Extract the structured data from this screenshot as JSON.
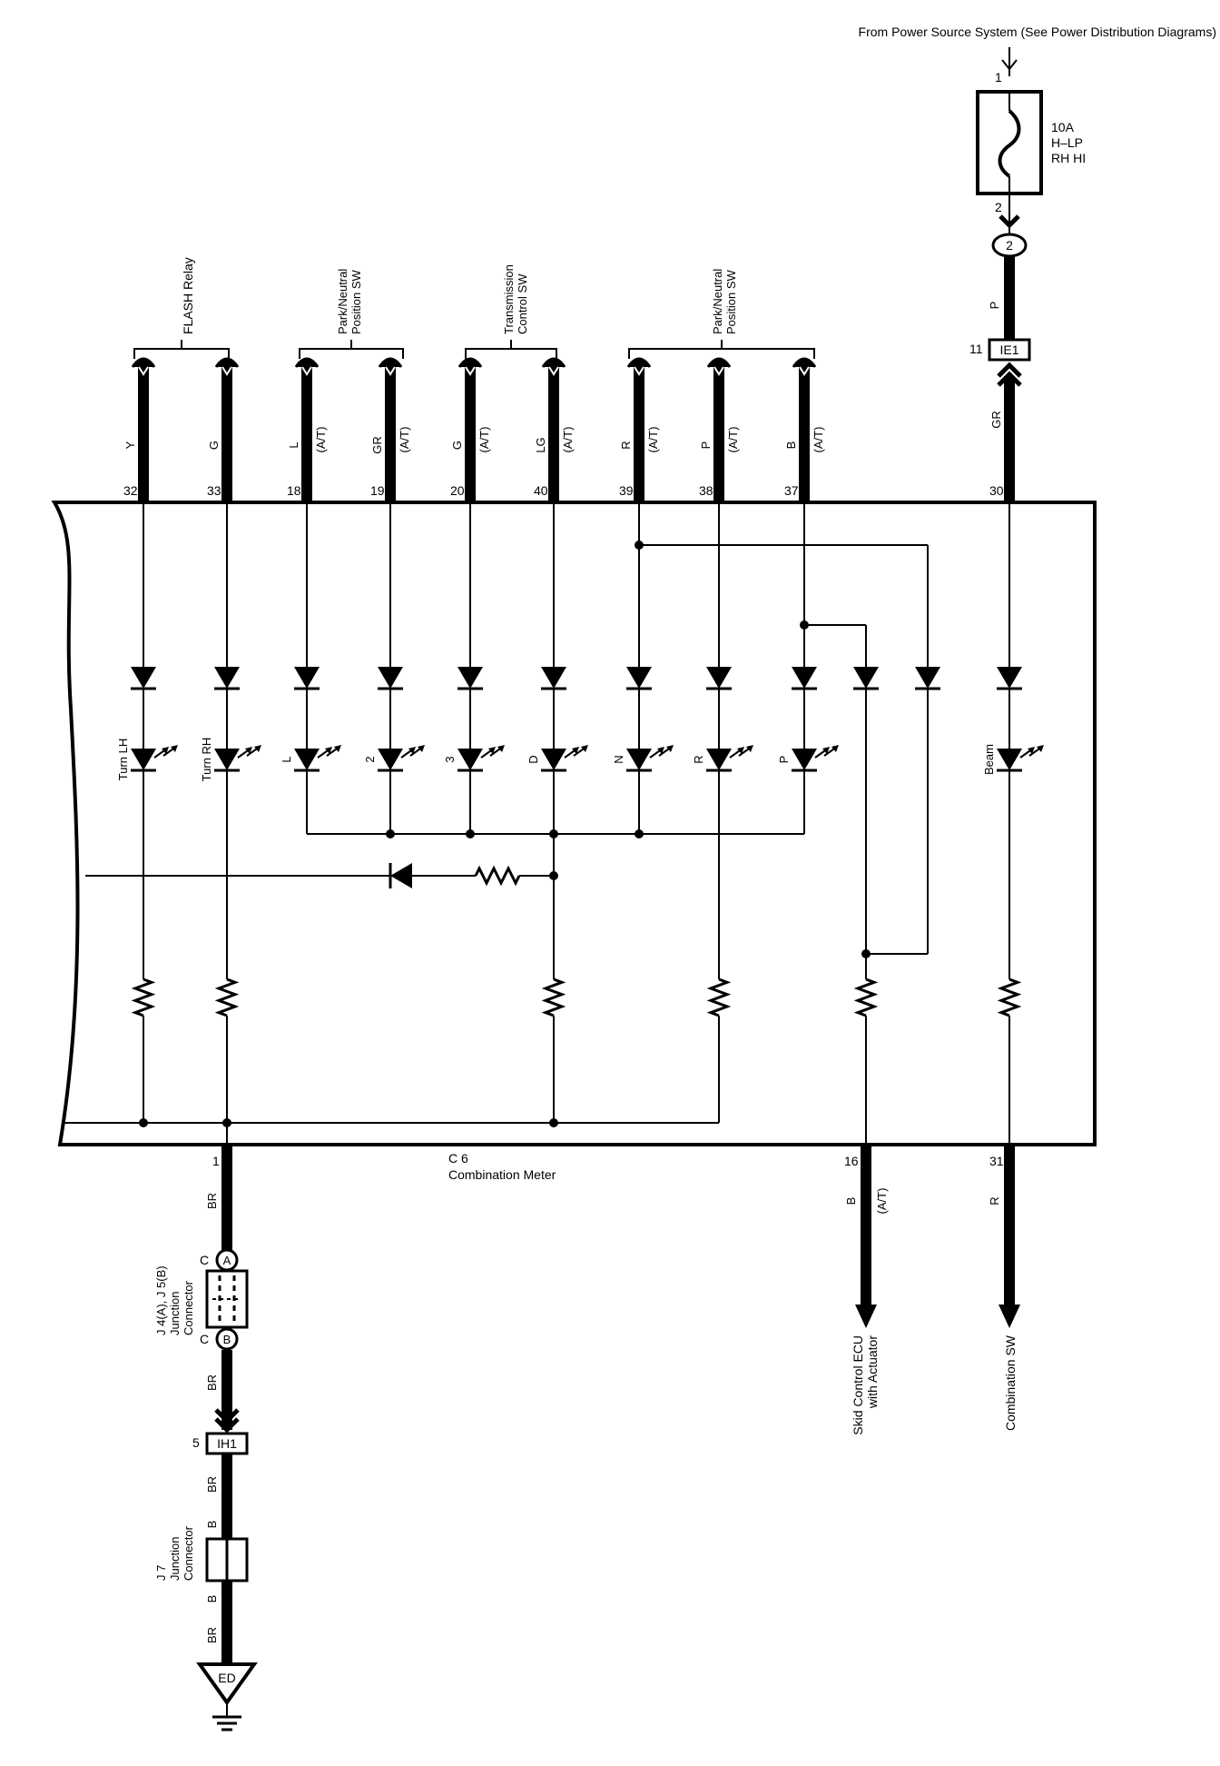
{
  "header": {
    "power_source": "From Power Source System (See Power Distribution Diagrams)"
  },
  "fuse": {
    "pin_in": "1",
    "pin_out": "2",
    "rating": "10A",
    "name1": "H–LP",
    "name2": "RH HI"
  },
  "junction_2": {
    "label": "2"
  },
  "ie1": {
    "pin": "11",
    "label": "IE1"
  },
  "groups": [
    {
      "line1": "FLASH Relay",
      "line2": ""
    },
    {
      "line1": "Park/Neutral",
      "line2": "Position SW"
    },
    {
      "line1": "Transmission",
      "line2": "Control SW"
    },
    {
      "line1": "Park/Neutral",
      "line2": "Position SW"
    }
  ],
  "wires": [
    {
      "color": "Y",
      "note": "",
      "pin": "32"
    },
    {
      "color": "G",
      "note": "",
      "pin": "33"
    },
    {
      "color": "L",
      "note": "(A/T)",
      "pin": "18"
    },
    {
      "color": "GR",
      "note": "(A/T)",
      "pin": "19"
    },
    {
      "color": "G",
      "note": "(A/T)",
      "pin": "20"
    },
    {
      "color": "LG",
      "note": "(A/T)",
      "pin": "40"
    },
    {
      "color": "R",
      "note": "(A/T)",
      "pin": "39"
    },
    {
      "color": "P",
      "note": "(A/T)",
      "pin": "38"
    },
    {
      "color": "B",
      "note": "(A/T)",
      "pin": "37"
    },
    {
      "color": "GR",
      "note": "",
      "pin": "30"
    }
  ],
  "wire_p": {
    "color": "P"
  },
  "lamps": [
    "Turn LH",
    "Turn RH",
    "L",
    "2",
    "3",
    "D",
    "N",
    "R",
    "P",
    "Beam"
  ],
  "meter": {
    "code": "C 6",
    "name": "Combination Meter"
  },
  "bottom_pins": {
    "left": "1",
    "mid": "16",
    "right": "31"
  },
  "bottom_wires": {
    "left": "BR",
    "mid": "B",
    "mid_note": "(A/T)",
    "right": "R"
  },
  "j4j5": {
    "line1": "J 4(A), J 5(B)",
    "line2": "Junction",
    "line3": "Connector",
    "pin_a": "C",
    "mark_a": "A",
    "pin_b": "C",
    "mark_b": "B"
  },
  "br_wires": {
    "w2": "BR",
    "w3": "BR",
    "w4": "B",
    "w5": "B",
    "w6": "BR"
  },
  "ih1": {
    "pin": "5",
    "label": "IH1"
  },
  "j7": {
    "line1": "J 7",
    "line2": "Junction",
    "line3": "Connector"
  },
  "ground": {
    "label": "ED"
  },
  "destinations": {
    "skid_line1": "Skid Control ECU",
    "skid_line2": "with Actuator",
    "comb": "Combination SW"
  }
}
